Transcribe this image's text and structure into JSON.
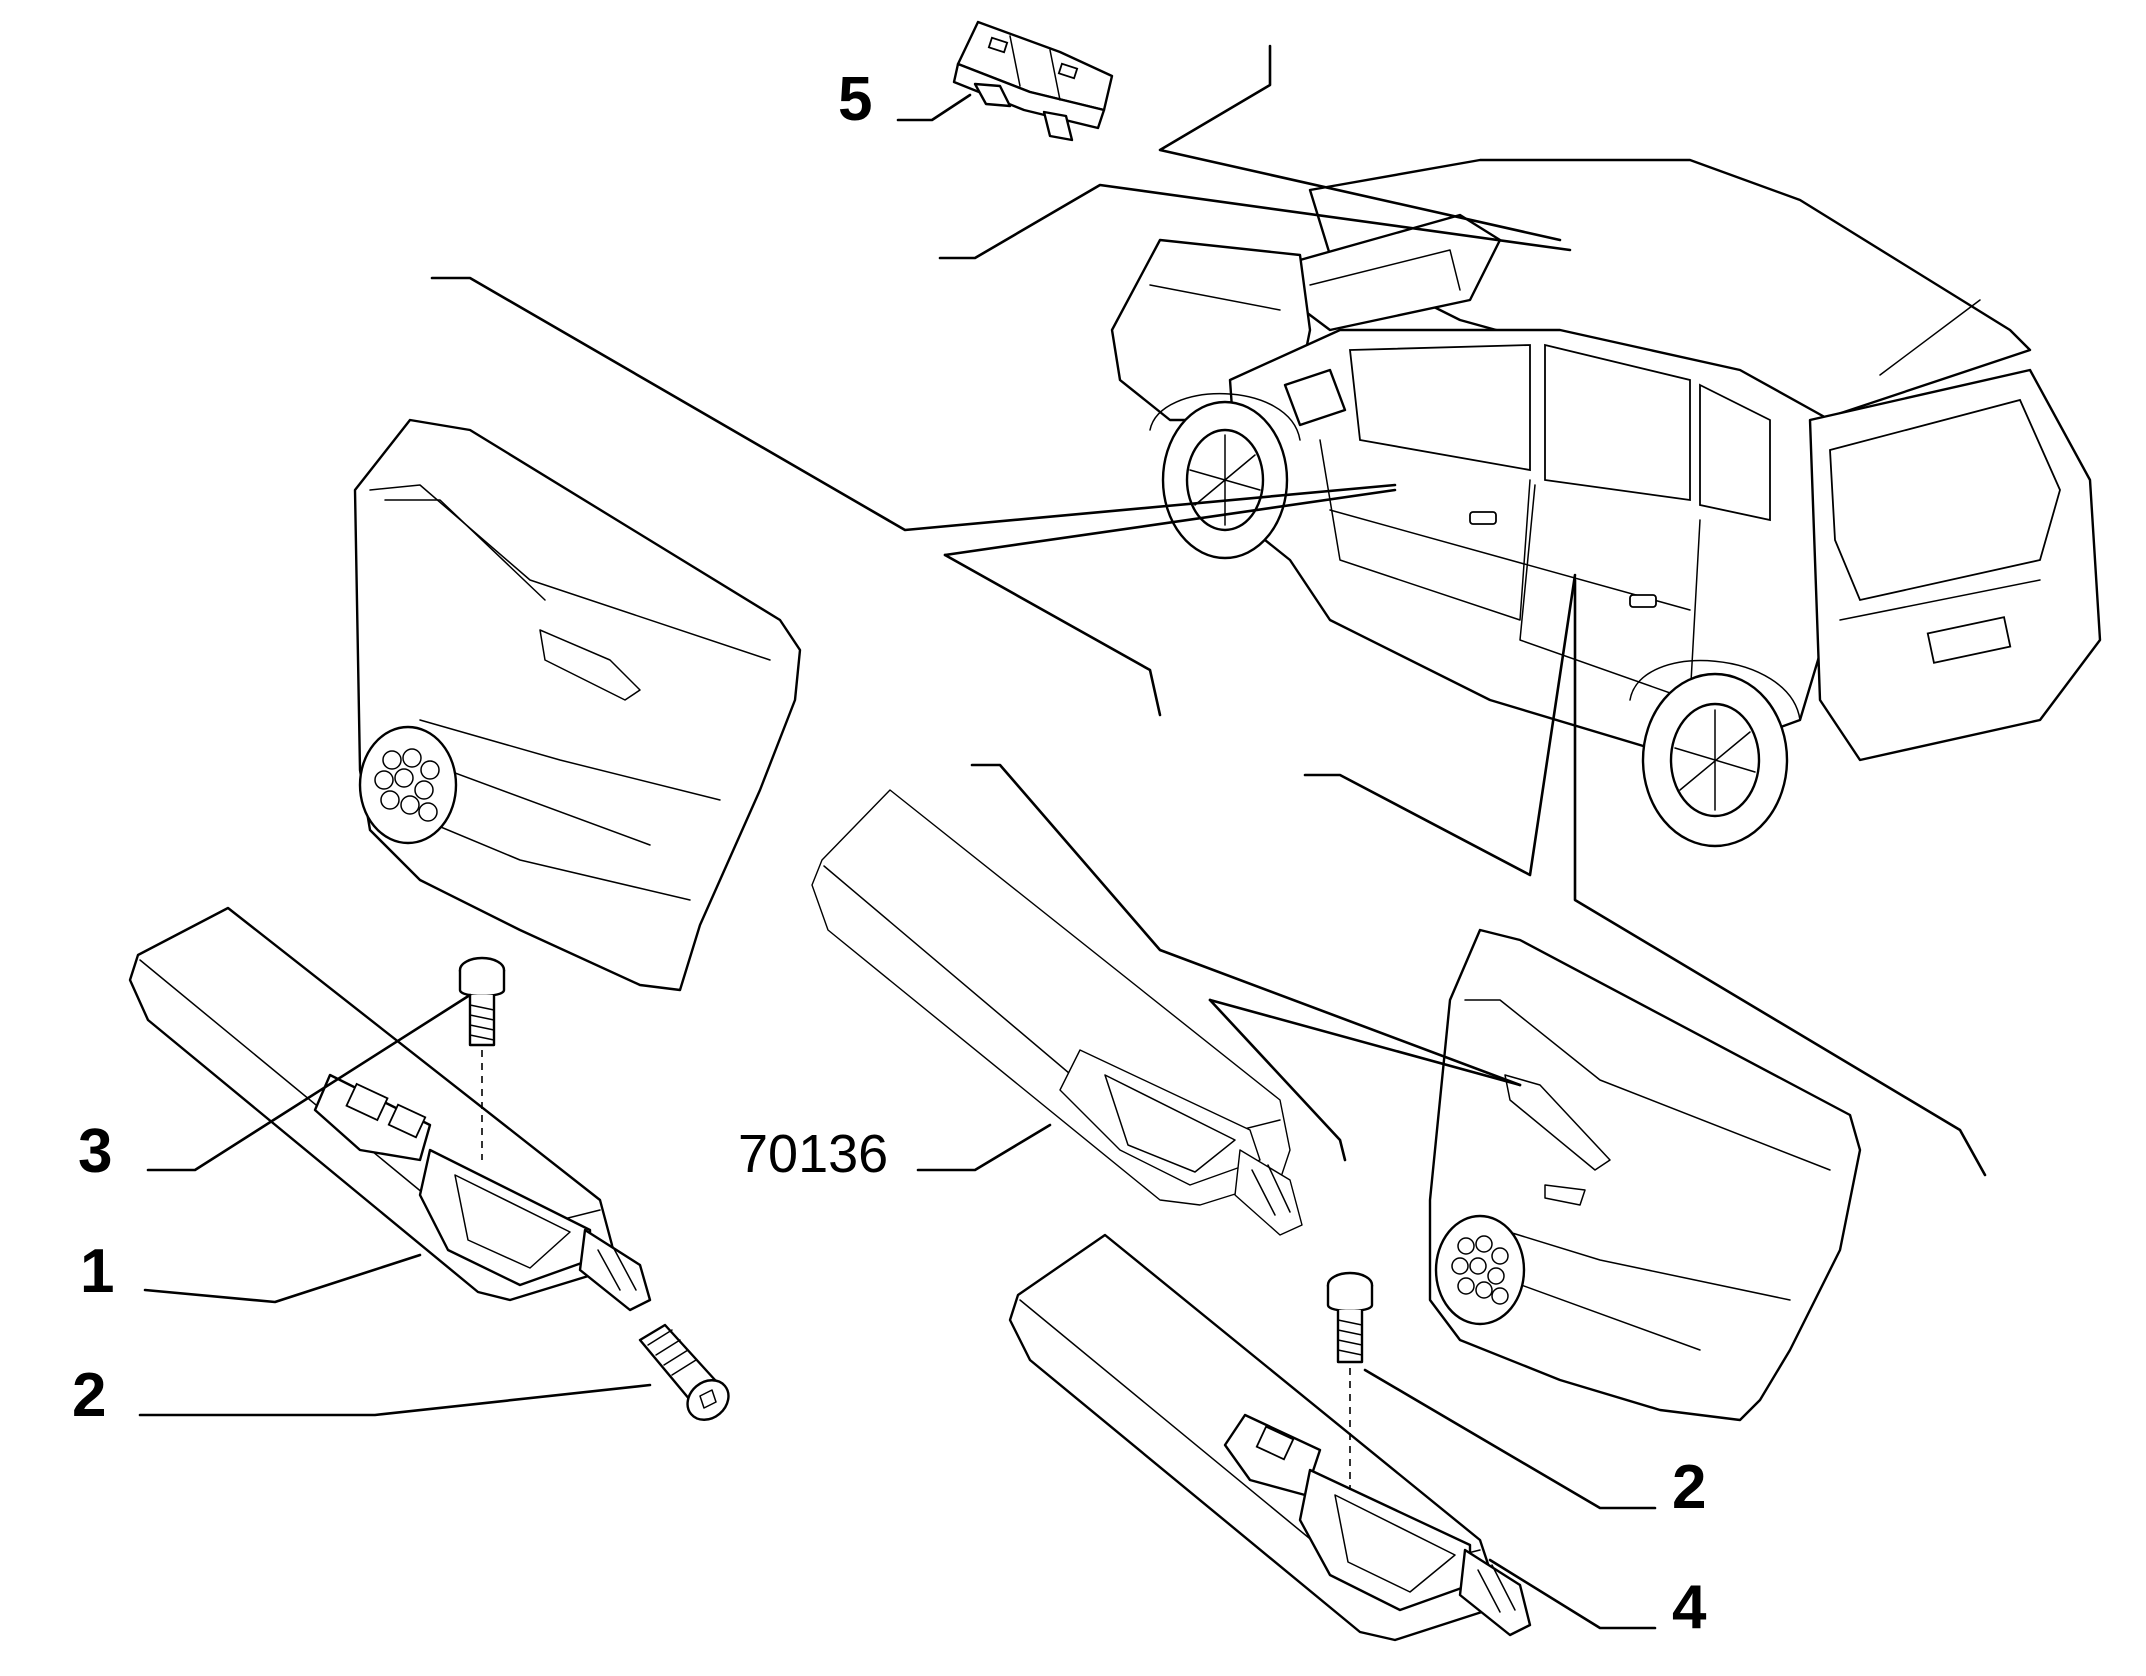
{
  "callouts": {
    "c5": "5",
    "c3": "3",
    "c1": "1",
    "c2_left": "2",
    "c2_right": "2",
    "c4": "4"
  },
  "reference_number": "70136"
}
